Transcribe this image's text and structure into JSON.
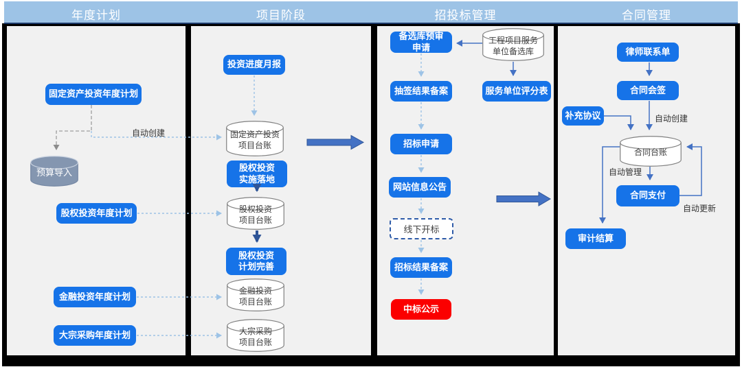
{
  "title_bar": {
    "columns": [
      {
        "label": "年度计划"
      },
      {
        "label": "项目阶段"
      },
      {
        "label": "招投标管理"
      },
      {
        "label": "合同管理"
      }
    ]
  },
  "colors": {
    "header_bg": "#9DC3E6",
    "header_underline": "#1C3A6B",
    "panel_bg": "#F1F1F1",
    "frame_bg": "#000000",
    "node_blue": "#1673E8",
    "node_red": "#FB0000",
    "cylinder_gray_fill": "#8496B0",
    "connector_light_blue": "#9DC3E6",
    "connector_royal_blue": "#4472C4",
    "connector_navy": "#2F5597",
    "connector_gray": "#9E9E9E"
  },
  "nodes": {
    "fixed_asset_annual_plan": {
      "label": "固定资产投资年度计划"
    },
    "budget_import": {
      "label": "预算导入"
    },
    "equity_annual_plan": {
      "label": "股权投资年度计划"
    },
    "financial_annual_plan": {
      "label": "金融投资年度计划"
    },
    "bulk_purchase_annual_plan": {
      "label": "大宗采购年度计划"
    },
    "investment_monthly_report": {
      "label": "投资进度月报"
    },
    "fixed_asset_ledger": {
      "label": "固定资产投资\n项目台账"
    },
    "equity_implementation": {
      "label": "股权投资\n实施落地"
    },
    "equity_ledger": {
      "label": "股权投资\n项目台账"
    },
    "equity_plan_improve": {
      "label": "股权投资\n计划完善"
    },
    "financial_ledger": {
      "label": "金融投资\n项目台账"
    },
    "bulk_purchase_ledger": {
      "label": "大宗采购\n项目台账"
    },
    "prequalification_request": {
      "label": "备选库预审\n申请"
    },
    "service_unit_pool": {
      "label": "工程项目服务\n单位备选库"
    },
    "lottery_result_record": {
      "label": "抽签结果备案"
    },
    "service_unit_score": {
      "label": "服务单位评分表"
    },
    "bidding_request": {
      "label": "招标申请"
    },
    "website_announcement": {
      "label": "网站信息公告"
    },
    "offline_bid_opening": {
      "label": "线下开标"
    },
    "bidding_result_record": {
      "label": "招标结果备案"
    },
    "winning_bid_announcement": {
      "label": "中标公示"
    },
    "lawyer_contact_sheet": {
      "label": "律师联系单"
    },
    "contract_countersign": {
      "label": "合同会签"
    },
    "supplementary_agreement": {
      "label": "补充协议"
    },
    "contract_ledger": {
      "label": "合同台账"
    },
    "contract_payment": {
      "label": "合同支付"
    },
    "audit_settlement": {
      "label": "审计结算"
    }
  },
  "annotations": [
    {
      "text": "自动创建"
    },
    {
      "text": "自动创建"
    },
    {
      "text": "自动管理"
    },
    {
      "text": "自动更新"
    }
  ]
}
